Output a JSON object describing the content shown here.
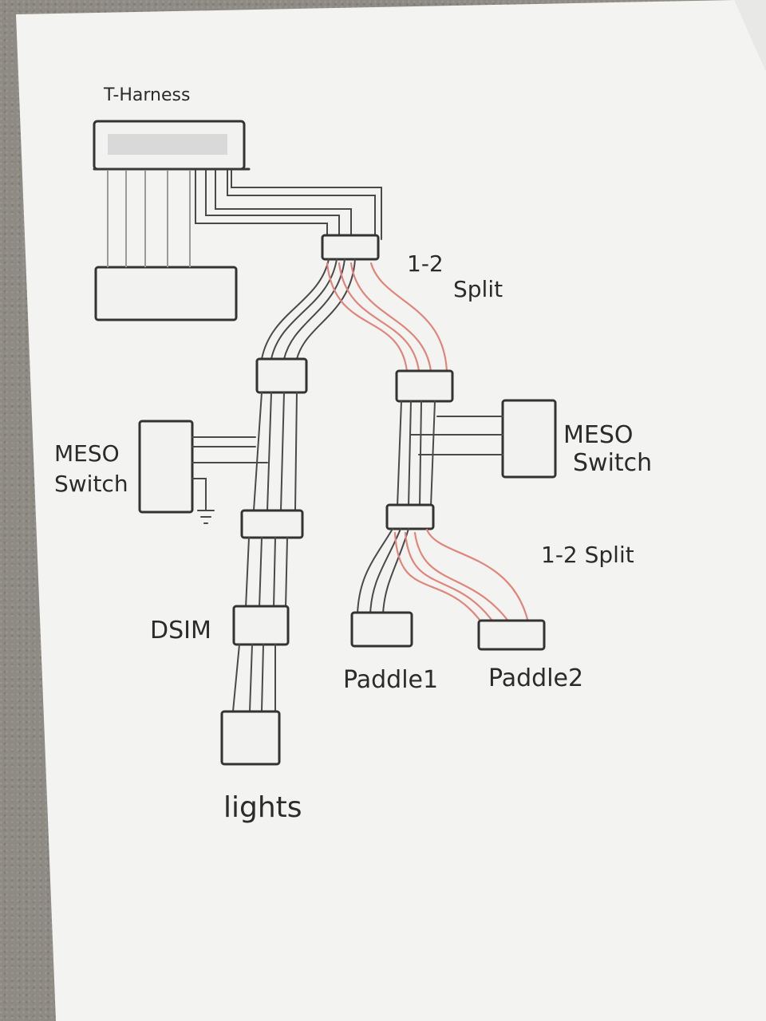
{
  "labels": {
    "t_harness": "T-Harness",
    "split_top_1": "1-2",
    "split_top_2": "Split",
    "meso_left_1": "MESO",
    "meso_left_2": "Switch",
    "meso_right_1": "MESO",
    "meso_right_2": "Switch",
    "split_bottom": "1-2 Split",
    "dsim": "DSIM",
    "paddle1": "Paddle1",
    "paddle2": "Paddle2",
    "lights": "lights"
  },
  "colors": {
    "pencil": "#3a3a3a",
    "red_wire": "#e0857a",
    "paper": "#f2f2f0",
    "desk": "#8e8a84"
  }
}
